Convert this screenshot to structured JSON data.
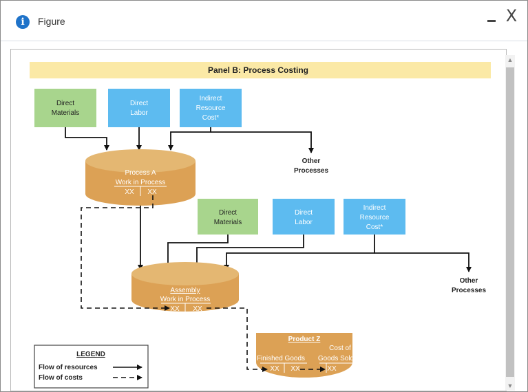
{
  "window": {
    "title": "Figure",
    "info_icon": "info-icon",
    "minimize_icon": "minimize-icon",
    "close_glyph": "X"
  },
  "figure": {
    "panel_title": "Panel B: Process Costing",
    "colors": {
      "banner": "#fbe9a6",
      "direct_materials": "#a8d58d",
      "direct_labor": "#5dbbf0",
      "indirect_cost": "#5dbbf0",
      "wip_tank": "#dca155",
      "wip_tank_top": "#e4b772"
    },
    "top_inputs": {
      "direct_materials": [
        "Direct",
        "Materials"
      ],
      "direct_labor": [
        "Direct",
        "Labor"
      ],
      "indirect": [
        "Indirect",
        "Resource",
        "Cost*"
      ]
    },
    "other_processes_1": [
      "Other",
      "Processes"
    ],
    "process_a": {
      "name": "Process A",
      "subtitle": "Work in Process",
      "debit": "XX",
      "credit": "XX"
    },
    "mid_inputs": {
      "direct_materials": [
        "Direct",
        "Materials"
      ],
      "direct_labor": [
        "Direct",
        "Labor"
      ],
      "indirect": [
        "Indirect",
        "Resource",
        "Cost*"
      ]
    },
    "other_processes_2": [
      "Other",
      "Processes"
    ],
    "assembly": {
      "name": "Assembly",
      "subtitle": "Work in Process",
      "debit": "XX",
      "credit": "XX"
    },
    "product_z": {
      "name": "Product Z",
      "fg_label": "Finished Goods",
      "cogs_label_1": "Cost of",
      "cogs_label_2": "Goods Sold",
      "fg_debit": "XX",
      "fg_credit": "XX",
      "cogs_debit": "XX"
    },
    "legend": {
      "title": "LEGEND",
      "resources": "Flow of resources",
      "costs": "Flow of costs"
    }
  }
}
